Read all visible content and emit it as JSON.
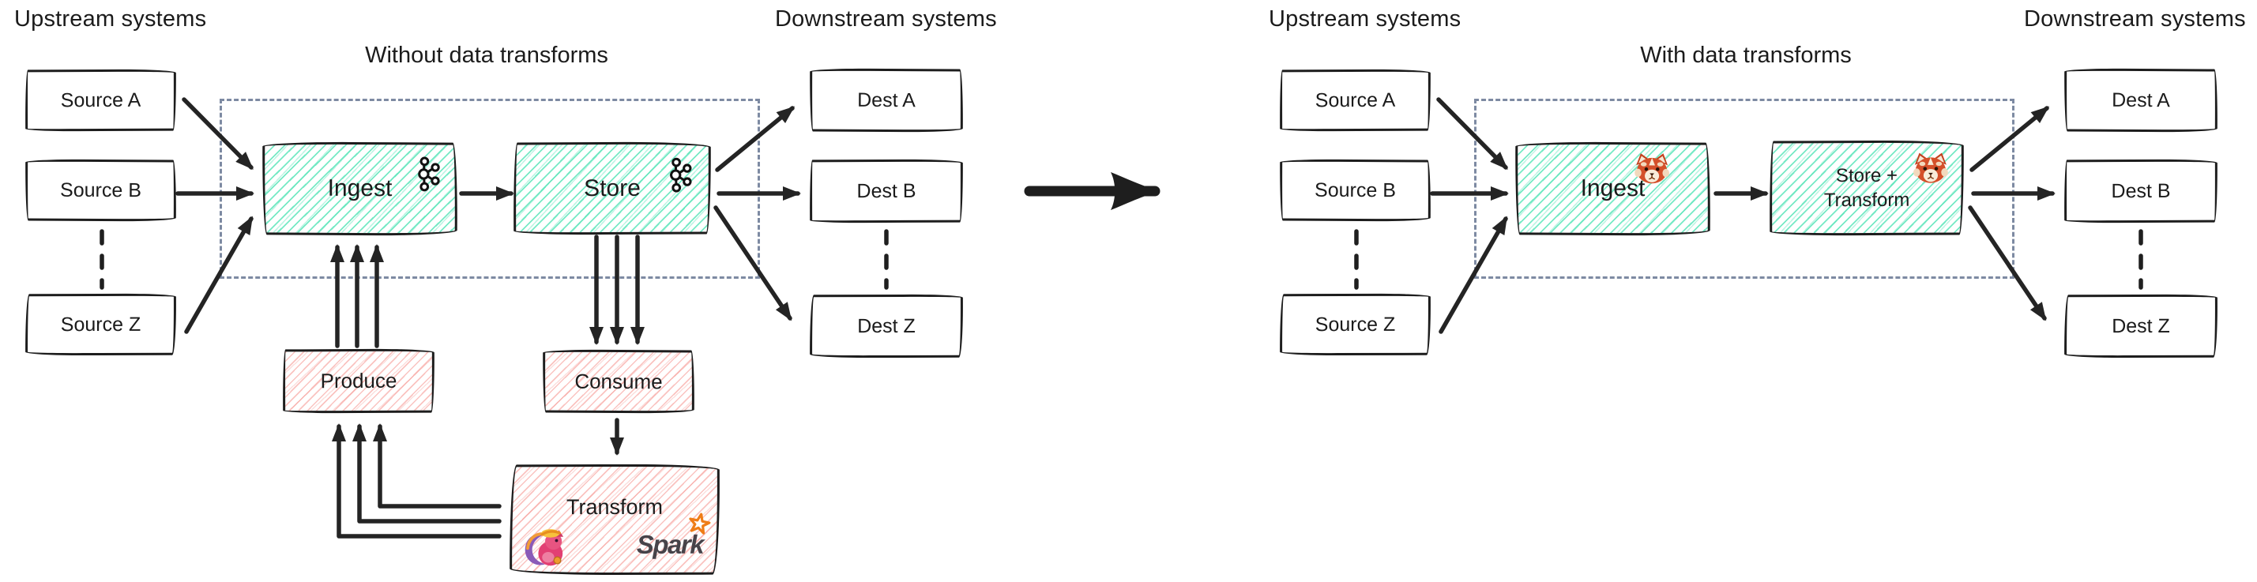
{
  "window": {
    "background": "#ffffff"
  },
  "colors": {
    "ink": "#1d1d1d",
    "arrow": "#242424",
    "green_hatch": "#48e2b2",
    "pink_hatch": "#f47a73",
    "dashed_container": "#7d8aa2",
    "spark_orange": "#ef7d17",
    "spark_text_color": "#474349"
  },
  "left": {
    "upstream_label": "Upstream systems",
    "downstream_label": "Downstream systems",
    "title": "Without data transforms",
    "sources": [
      "Source A",
      "Source B",
      "Source Z"
    ],
    "dests": [
      "Dest A",
      "Dest B",
      "Dest Z"
    ],
    "ingest": {
      "label": "Ingest",
      "icon": "kafka-logo"
    },
    "store": {
      "label": "Store",
      "icon": "kafka-logo"
    },
    "produce": {
      "label": "Produce"
    },
    "consume": {
      "label": "Consume"
    },
    "transform": {
      "label": "Transform",
      "left_icon": "flink-squirrel-logo",
      "right_icon": "spark-logo",
      "spark_wordmark": "Spark"
    }
  },
  "right": {
    "upstream_label": "Upstream systems",
    "downstream_label": "Downstream systems",
    "title": "With data transforms",
    "sources": [
      "Source A",
      "Source B",
      "Source Z"
    ],
    "dests": [
      "Dest A",
      "Dest B",
      "Dest Z"
    ],
    "ingest": {
      "label": "Ingest",
      "icon": "redpanda-logo"
    },
    "store_transform": {
      "label_line1": "Store +",
      "label_line2": "Transform",
      "icon": "redpanda-logo"
    }
  }
}
